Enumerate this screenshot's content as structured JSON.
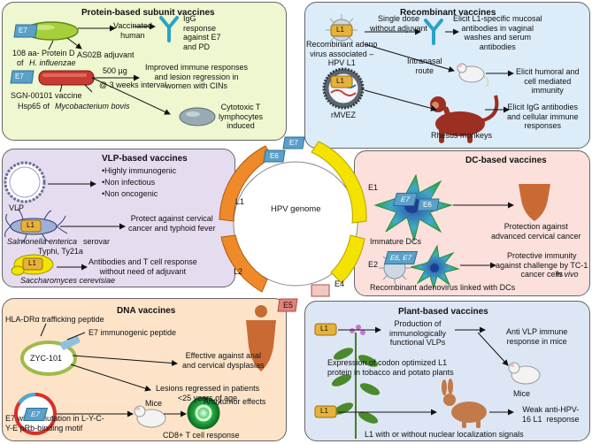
{
  "colors": {
    "protein_bg": "#eef7cf",
    "recomb_bg": "#dcecf8",
    "vlp_bg": "#e6dcf0",
    "dc_bg": "#fbe0dc",
    "dna_bg": "#fde3c8",
    "plant_bg": "#dde6f5",
    "ring_orange": "#ee8a2a",
    "ring_yellow": "#f4e200",
    "tag_blue": "#5aa0c8",
    "tag_l1": "#e6b23a"
  },
  "icons": [
    "bacterium-icon",
    "virus-icon",
    "mouse-icon",
    "monkey-icon",
    "plant-icon",
    "rabbit-icon",
    "body-silhouette-icon",
    "dendritic-cell-icon",
    "plasmid-icon",
    "antibody-icon"
  ],
  "protein": {
    "title": "Protein-based subunit vaccines",
    "e7": "E7",
    "vaccinated": "Vaccinated\nhuman",
    "igg": "IgG\nresponse\nagainst E7\nand PD",
    "protein_d_a": "108 aa- Protein D",
    "protein_d_b": "of",
    "protein_d_species": "H. influenzae",
    "as02b": "AS02B adjuvant",
    "dose": "500 µg",
    "interval": "@ 3 weeks interval",
    "improved": "Improved immune responses\nand lesion regression in\nwomen with CINs",
    "sgn": "SGN-00101 vaccine",
    "hsp_a": "Hsp65 of",
    "hsp_species": "Mycobacterium bovis",
    "ctl": "Cytotoxic T\nlymphocytes\ninduced"
  },
  "recomb": {
    "title": "Recombinant vaccines",
    "l1": "L1",
    "aav": "Recombinant adeno\nvirus associated –\nHPV L1",
    "single": "Single dose\nwithout adjuvant",
    "elicit1": "Elicit L1-specific mucosal\nantibodies in vaginal\nwashes and serum\nantibodies",
    "intranasal": "Intranasal\nroute",
    "elicit2": "Elicit humoral and\ncell mediated\nimmunity",
    "elicit3": "Elicit IgG antibodies\nand cellular immune\nresponses",
    "rmvez": "rMVEZ",
    "rhesus": "Rhesus monkeys"
  },
  "vlp": {
    "title": "VLP-based vaccines",
    "b1": "•Highly immunogenic",
    "b2": "•Non infectious",
    "b3": "•Non oncogenic",
    "vlp": "VLP",
    "l1": "L1",
    "protect": "Protect against cervical\ncancer and typhoid fever",
    "salm_species": "Salmonella enterica",
    "salm_b": " serovar",
    "salm_c": "Typhi, Ty21a",
    "antibodies": "Antibodies and T cell response\nwithout need of adjuvant",
    "sacch": "Saccharomyces cerevisiae"
  },
  "dc": {
    "title": "DC-based vaccines",
    "e6": "E6",
    "e7": "E7",
    "e6e7": "E6, E7",
    "protection": "Protection against\nadvanced cervical cancer",
    "immature": "Immature DCs",
    "protective_a": "Protective immunity\nagainst challenge by TC-1\ncancer cells",
    "protective_b": "in vivo",
    "recomb": "Recombinant adenovirus  linked with DCs"
  },
  "center": {
    "genome": "HPV genome",
    "e7": "E7",
    "e6": "E6",
    "e1": "E1",
    "e2": "E2",
    "e4": "E4",
    "e5": "E5",
    "l1": "L1",
    "l2": "L2"
  },
  "dna": {
    "title": "DNA vaccines",
    "hla": "HLA-DRα trafficking peptide",
    "e7pep": "E7 immunogenic peptide",
    "zyc": "ZYC-101",
    "effective": "Effective against anal\nand cervical dysplasias",
    "lesions": "Lesions regressed in patients\n<25 years of age",
    "mice": "Mice",
    "antitumor": "Anti-tumor effects",
    "mutation": "E7 with a mutation in L-Y-C-\nY-E pRb-binding motif",
    "cd8": "CD8+ T cell response"
  },
  "plant": {
    "title": "Plant-based vaccines",
    "l1": "L1",
    "production": "Production of\nimmunologically\nfunctional VLPs",
    "anti_vlp": "Anti VLP immune\nresponse in mice",
    "expression": "Expression of codon optimized L1\nprotein in tobacco and potato plants",
    "mice": "Mice",
    "weak": "Weak anti-HPV-\n16 L1  response",
    "nls": "L1 with or without nuclear localization signals"
  }
}
